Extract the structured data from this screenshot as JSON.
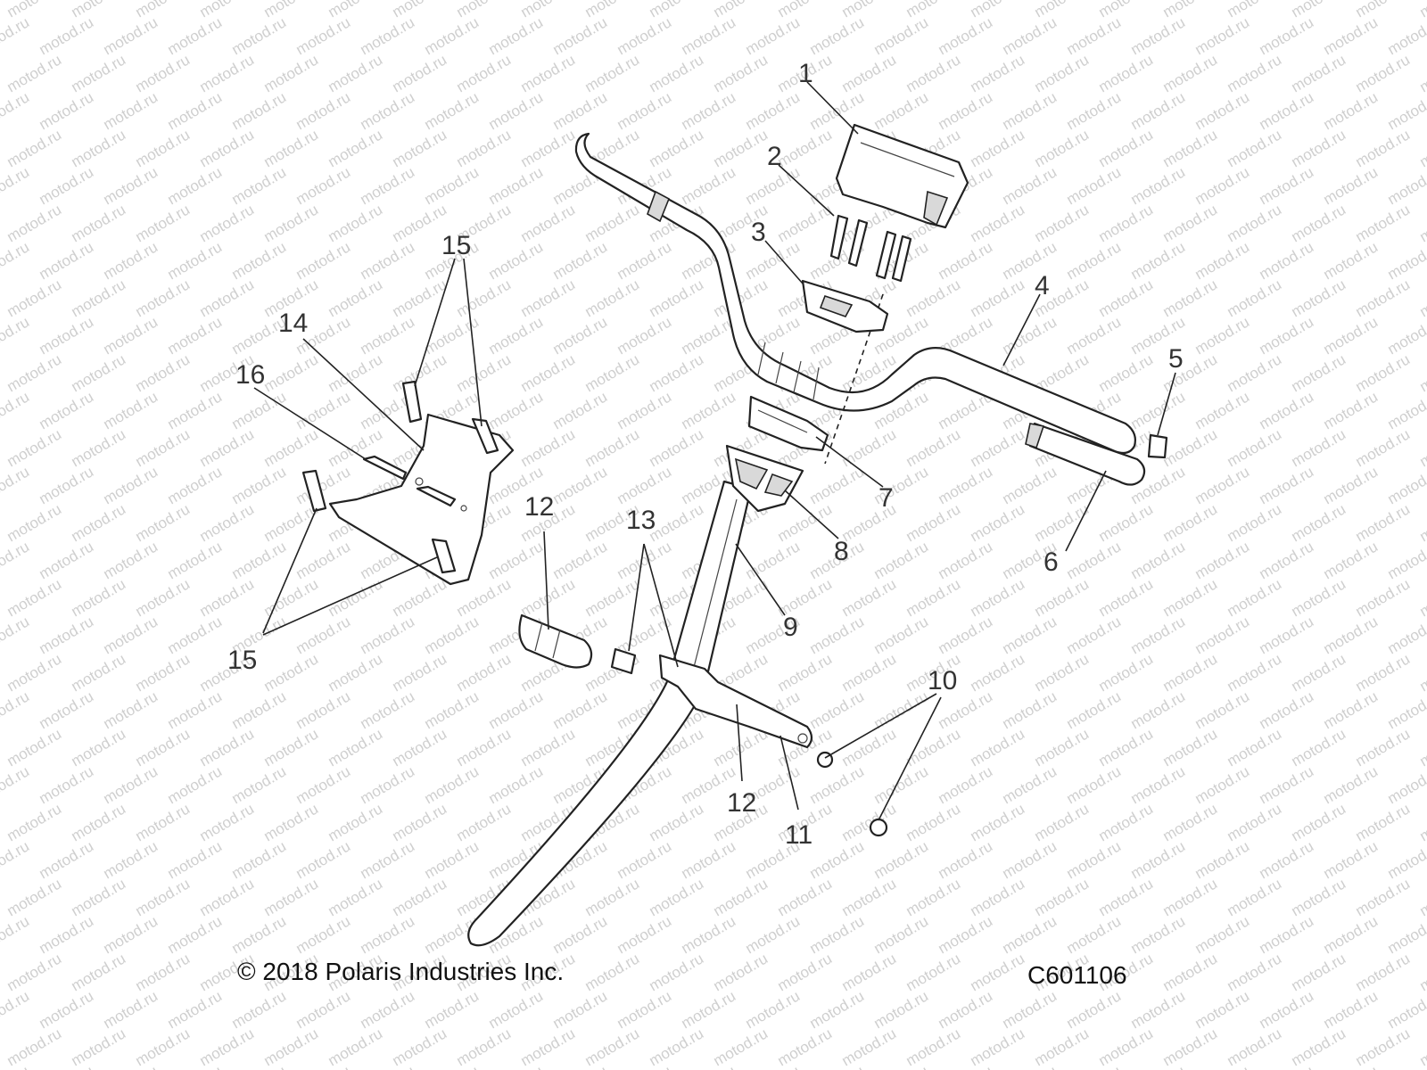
{
  "watermark": {
    "text": "motod.ru"
  },
  "callouts": [
    "1",
    "2",
    "3",
    "4",
    "5",
    "6",
    "7",
    "8",
    "9",
    "10",
    "11",
    "12",
    "12",
    "13",
    "14",
    "15",
    "15",
    "16"
  ],
  "footer": {
    "copyright": "© 2018 Polaris Industries Inc.",
    "figure_code": "C601106"
  },
  "colors": {
    "line": "#222222",
    "watermark": "#cfcfcf",
    "label": "#333333"
  }
}
